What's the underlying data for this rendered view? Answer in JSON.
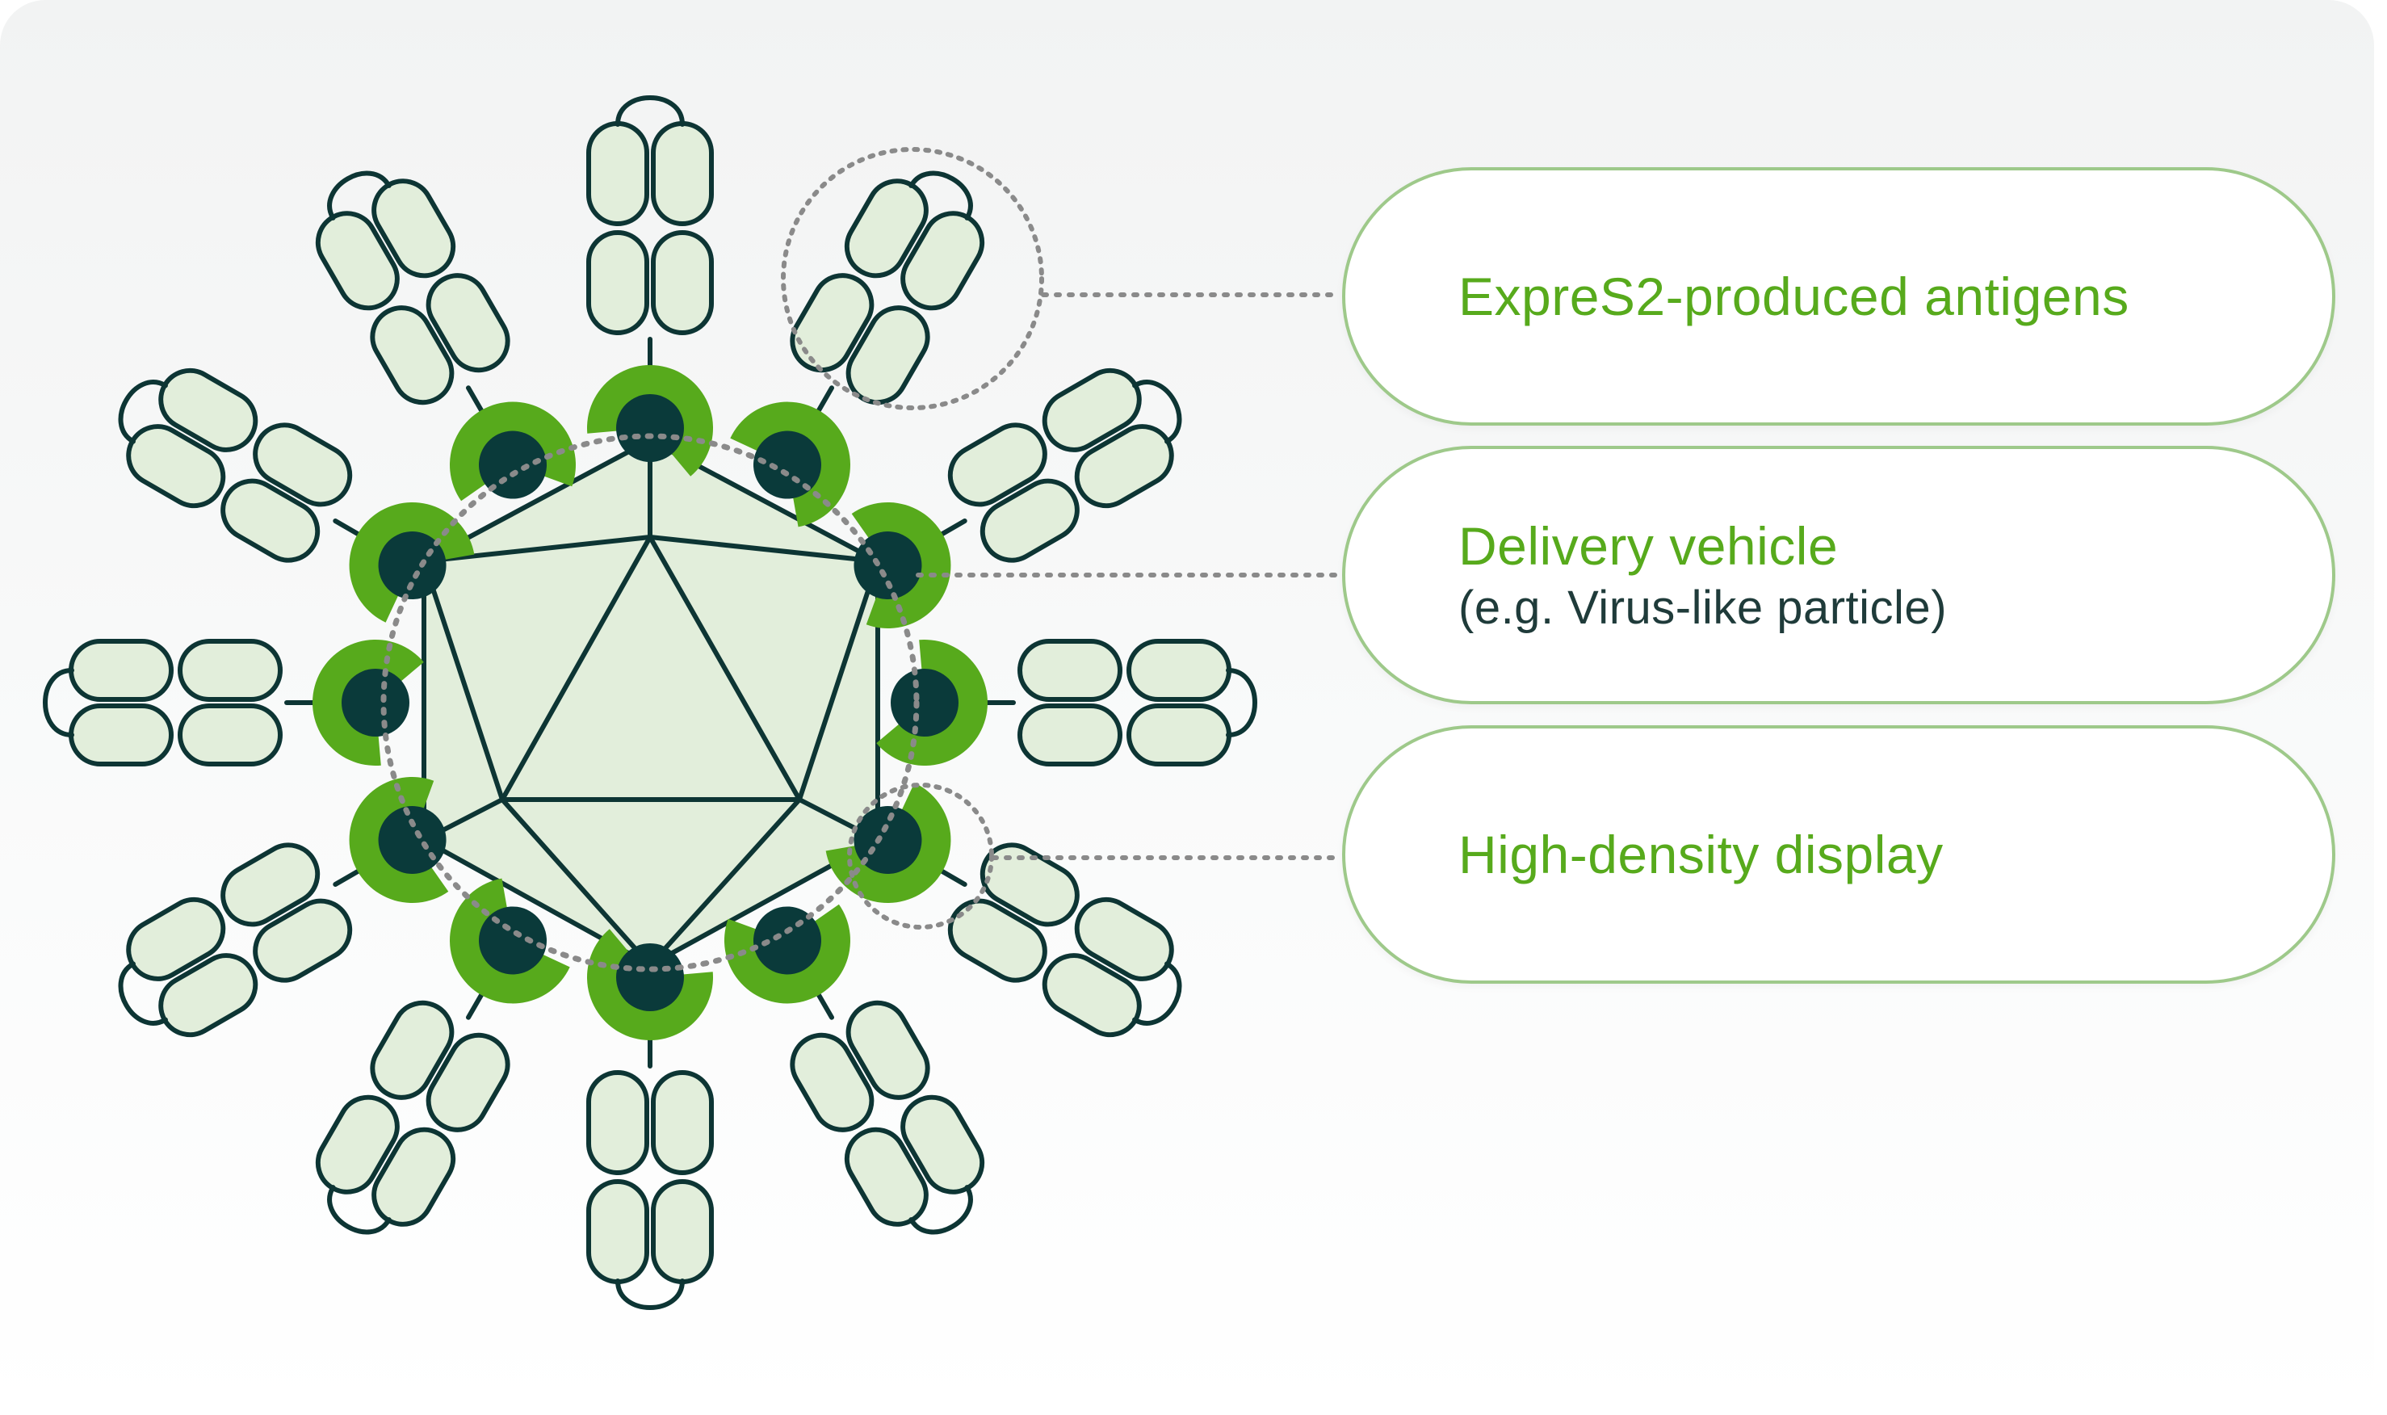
{
  "colors": {
    "outline": "#0d3534",
    "fill": "#e2eedb",
    "accent": "#57aa1c",
    "node": "#0a3a3a",
    "dotted": "#8a8a8a",
    "pill_border": "#9ec98a"
  },
  "labels": {
    "antigens": {
      "title": "ExpreS2-produced antigens"
    },
    "vehicle": {
      "title": "Delivery vehicle",
      "subtitle": "(e.g. Virus-like particle)"
    },
    "display": {
      "title": "High-density display"
    }
  }
}
